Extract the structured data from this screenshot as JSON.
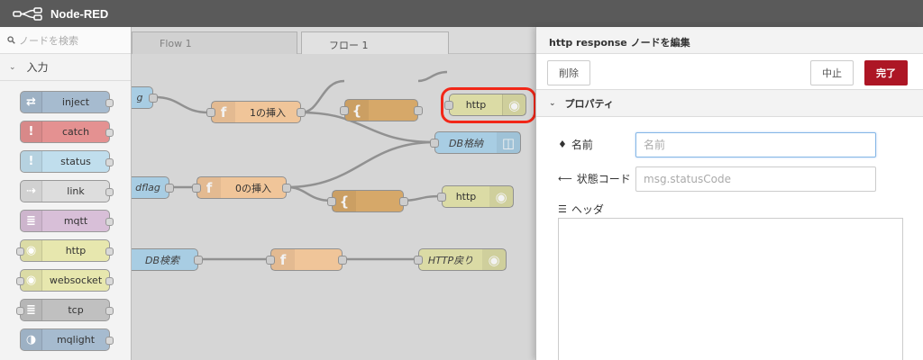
{
  "app": {
    "title": "Node-RED"
  },
  "palette": {
    "search_placeholder": "ノードを検索",
    "category": "入力",
    "nodes": [
      {
        "label": "inject",
        "color": "#a6bbcf",
        "icon": "arrow-icon"
      },
      {
        "label": "catch",
        "color": "#e49191",
        "icon": "alert-icon"
      },
      {
        "label": "status",
        "color": "#c0deed",
        "icon": "alert-icon"
      },
      {
        "label": "link",
        "color": "#dddddd",
        "icon": "link-icon"
      },
      {
        "label": "mqtt",
        "color": "#d8bfd8",
        "icon": "bridge-icon"
      },
      {
        "label": "http",
        "color": "#e7e7ae",
        "icon": "globe-icon"
      },
      {
        "label": "websocket",
        "color": "#e7e7ae",
        "icon": "globe-icon"
      },
      {
        "label": "tcp",
        "color": "#c0c0c0",
        "icon": "bridge-icon"
      },
      {
        "label": "mqlight",
        "color": "#a6bbcf",
        "icon": "mqlight-icon"
      }
    ]
  },
  "workspace": {
    "tabs": [
      {
        "label": "Flow 1"
      },
      {
        "label": "フロー 1"
      }
    ],
    "nodes": {
      "n_flag": "g",
      "n_insert1": "1の挿入",
      "n_http_sel": "http",
      "n_db_store": "DB格納",
      "n_dflag": "dflag",
      "n_insert0": "0の挿入",
      "n_http2": "http",
      "n_db_search": "DB検索",
      "n_http_return": "HTTP戻り"
    },
    "colors": {
      "function": "#fdd0a2",
      "template": "#e2b26f",
      "http": "#e7e7ae",
      "db": "#b2d8f0",
      "selection": "#ff2a1a"
    }
  },
  "tray": {
    "title": "http response ノードを編集",
    "delete_label": "削除",
    "cancel_label": "中止",
    "done_label": "完了",
    "section_label": "プロパティ",
    "name_label": "名前",
    "name_placeholder": "名前",
    "status_label": "状態コード",
    "status_placeholder": "msg.statusCode",
    "headers_label": "ヘッダ"
  }
}
